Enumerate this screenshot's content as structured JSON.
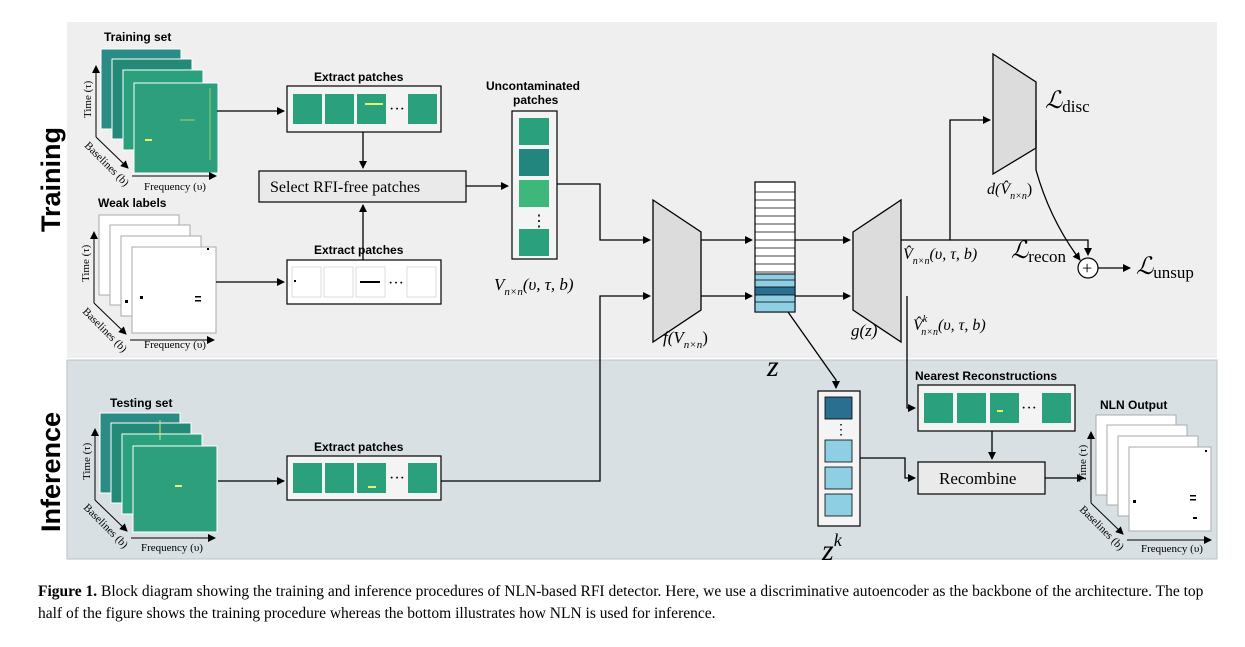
{
  "sections": {
    "training": "Training",
    "inference": "Inference"
  },
  "stacks": {
    "training_set": {
      "title": "Training set",
      "y_axis": "Time (τ)",
      "diag_axis": "Baselines (b)",
      "x_axis": "Frequency (υ)"
    },
    "weak_labels": {
      "title": "Weak labels",
      "y_axis": "Time (τ)",
      "diag_axis": "Baselines (b)",
      "x_axis": "Frequency (υ)"
    },
    "testing_set": {
      "title": "Testing set",
      "y_axis": "Time (τ)",
      "diag_axis": "Baselines (b)",
      "x_axis": "Frequency (υ)"
    },
    "nln_output": {
      "title": "NLN Output",
      "y_axis": "Time (τ)",
      "diag_axis": "Baselines (b)",
      "x_axis": "Frequency (υ)"
    }
  },
  "boxes": {
    "extract_patches": "Extract patches",
    "ellipsis": "···",
    "select_rfi_free": "Select RFI-free patches",
    "uncontaminated_line1": "Uncontaminated",
    "uncontaminated_line2": "patches",
    "nearest_reconstructions": "Nearest Reconstructions",
    "recombine": "Recombine"
  },
  "math": {
    "v_patch_main": "V",
    "v_patch_sub": "n×n",
    "v_patch_args": "(υ, τ, b)",
    "encoder_main": "f(V",
    "encoder_sub": "n×n",
    "encoder_close": ")",
    "latent": "z",
    "latent_k_base": "z",
    "latent_k_sup": "k",
    "decoder": "g(z)",
    "disc_main": "d(V̂",
    "disc_sub": "n×n",
    "disc_close": ")",
    "recon_main": "V̂",
    "recon_sub": "n×n",
    "recon_args": "(υ, τ, b)",
    "recon_k_main": "V̂",
    "recon_k_sup": "k",
    "recon_k_sub": "n×n",
    "recon_k_args": "(υ, τ, b)",
    "loss_disc_main": "ℒ",
    "loss_disc_sub": "disc",
    "loss_recon_main": "ℒ",
    "loss_recon_sub": "recon",
    "loss_unsup_main": "ℒ",
    "loss_unsup_sub": "unsup",
    "sum": "+"
  },
  "caption": {
    "label": "Figure 1.",
    "text": " Block diagram showing the training and inference procedures of NLN-based RFI detector. Here, we use a discriminative autoencoder as the backbone of the architecture. The top half of the figure shows the training procedure whereas the bottom illustrates how NLN is used for inference."
  },
  "colors": {
    "training_bg": "#efefef",
    "inference_bg": "#d8e0e3",
    "patch_green": "#2aa07c",
    "patch_light_green": "#3db87a",
    "patch_teal": "#22857e",
    "latent_highlight": "#8ecfe3",
    "latent_dark": "#2a6f8f",
    "network_fill": "#dcdcdc"
  }
}
